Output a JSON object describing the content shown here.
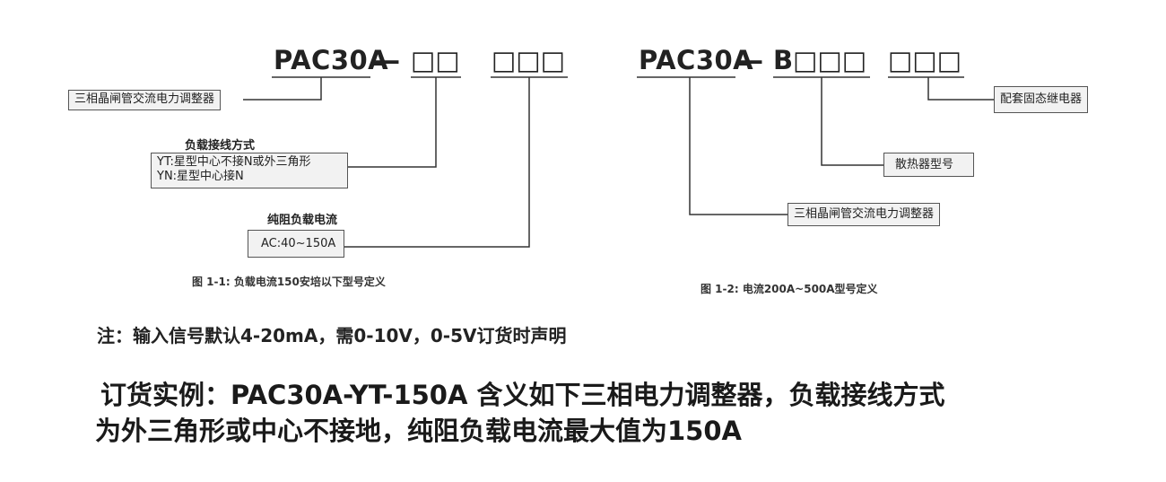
{
  "figure1": {
    "model_prefix": "PAC30A",
    "model_dash": "—",
    "model_group1": "□□",
    "model_group2": "□□□",
    "box_type": "三相晶闸管交流电力调整器",
    "wiring_label": "负载接线方式",
    "wiring_line1": "YT:星型中心不接N或外三角形",
    "wiring_line2": "YN:星型中心接N",
    "current_label": "纯阻负载电流",
    "current_value": "AC:40~150A",
    "caption": "图 1-1: 负载电流150安培以下型号定义"
  },
  "figure2": {
    "model_prefix": "PAC30A",
    "model_dash": "—",
    "model_group1": "B□□□",
    "model_group2": "□□□",
    "box_relay": "配套固态继电器",
    "box_heatsink": "散热器型号",
    "box_type": "三相晶闸管交流电力调整器",
    "caption": "图 1-2: 电流200A~500A型号定义"
  },
  "note": "注：输入信号默认4-20mA，需0-10V，0-5V订货时声明",
  "example_line1": "订货实例：PAC30A-YT-150A 含义如下三相电力调整器，负载接线方式",
  "example_line2": "为外三角形或中心不接地，纯阻负载电流最大值为150A",
  "colors": {
    "line": "#333333",
    "box_fill": "#f2f2f2",
    "text": "#222222"
  }
}
